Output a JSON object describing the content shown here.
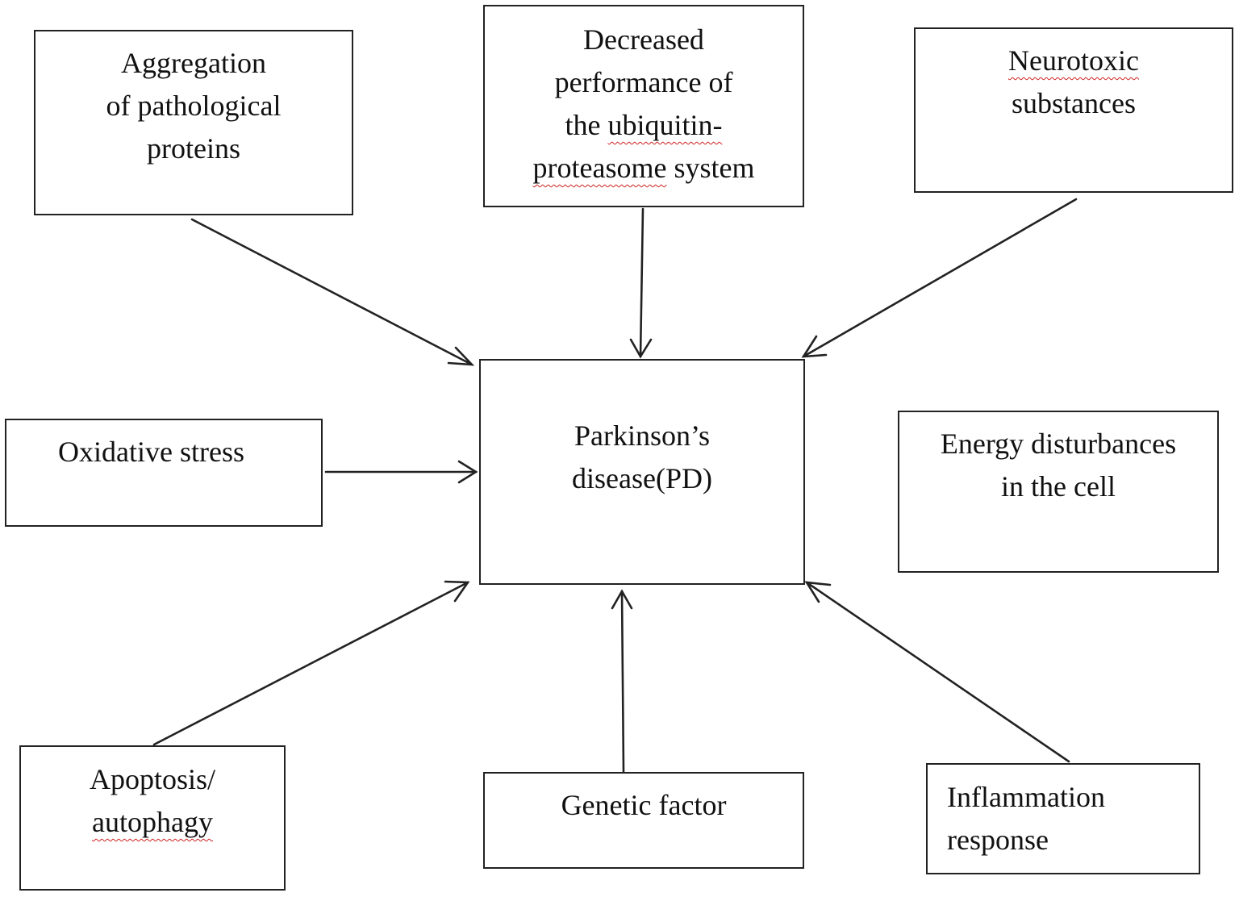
{
  "diagram": {
    "center": {
      "lines": [
        "Parkinson’s",
        "disease(PD)"
      ]
    },
    "factors": {
      "aggregation": {
        "lines": [
          "Aggregation",
          "of pathological",
          "proteins"
        ]
      },
      "ubiquitin": {
        "line1": "Decreased",
        "line2": "performance of",
        "line3a": "the ",
        "line3b": "ubiquitin-",
        "line4a": "proteasome",
        "line4b": " system"
      },
      "neurotoxic": {
        "line1": "Neurotoxic",
        "line2": "substances"
      },
      "oxidative": {
        "lines": [
          "Oxidative stress"
        ]
      },
      "energy": {
        "lines": [
          "Energy disturbances",
          "in the cell"
        ]
      },
      "apoptosis": {
        "line1": "Apoptosis/",
        "line2": "autophagy"
      },
      "genetic": {
        "lines": [
          "Genetic factor"
        ]
      },
      "inflammation": {
        "lines": [
          "Inflammation",
          "response"
        ]
      }
    },
    "line_color": "#222222",
    "spellcheck_color": "#d02020"
  }
}
